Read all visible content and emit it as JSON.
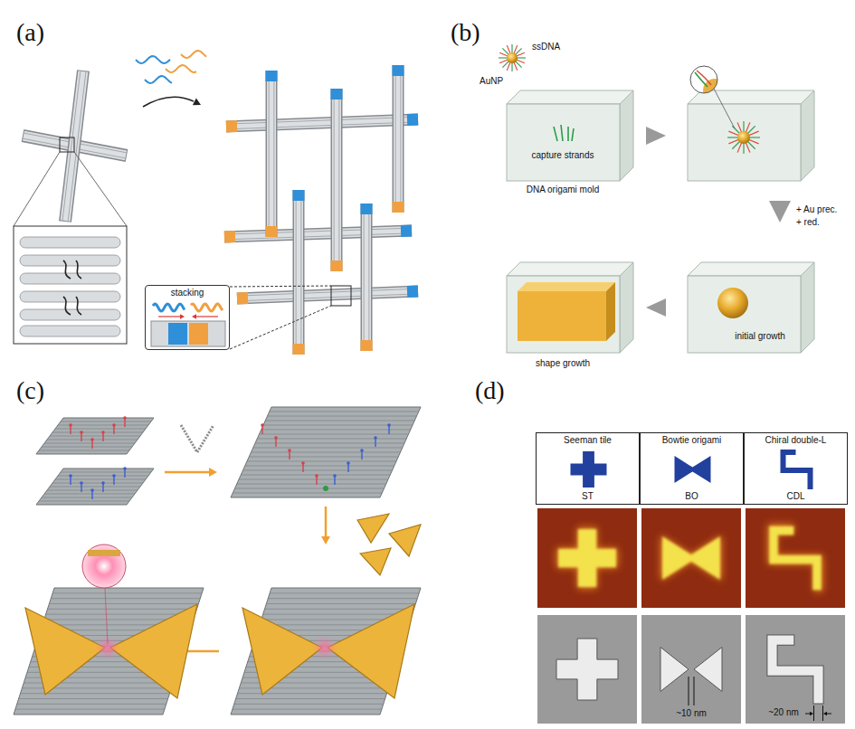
{
  "diagram": {
    "nodes": [
      {
        "text": [
          "stacking"
        ]
      },
      {
        "text": [
          "Seeman tile",
          "ST"
        ]
      },
      {
        "text": [
          "Bowtie origami",
          "BO"
        ]
      },
      {
        "text": [
          "Chiral double-L",
          "CDL"
        ]
      }
    ],
    "labels": [
      "(a)",
      "(b)",
      "(c)",
      "(d)",
      "ssDNA",
      "AuNP",
      "capture strands",
      "DNA origami mold",
      "+ Au prec.",
      "+ red.",
      "initial growth",
      "shape growth",
      "~10 nm",
      "~20 nm"
    ]
  }
}
